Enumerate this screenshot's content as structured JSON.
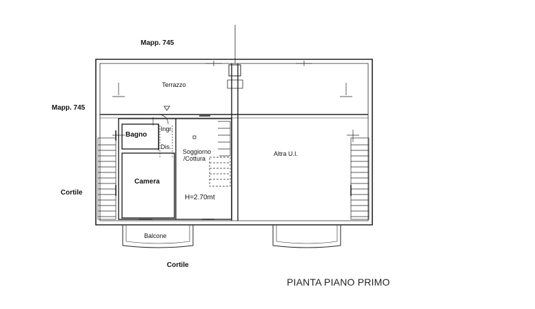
{
  "labels": {
    "mapp_top": "Mapp. 745",
    "mapp_left": "Mapp. 745",
    "terrazzo": "Terrazzo",
    "bagno": "Bagno",
    "ingr": "Ingr.",
    "dis": "Dis.",
    "soggiorno": "Soggiorno",
    "cottura": "/Cottura",
    "altra_ui": "Altra U.I.",
    "camera": "Camera",
    "height": "H=2.70mt",
    "cortile_left": "Cortile",
    "balcone": "Balcone",
    "cortile_bottom": "Cortile"
  },
  "title": "PIANTA PIANO PRIMO"
}
